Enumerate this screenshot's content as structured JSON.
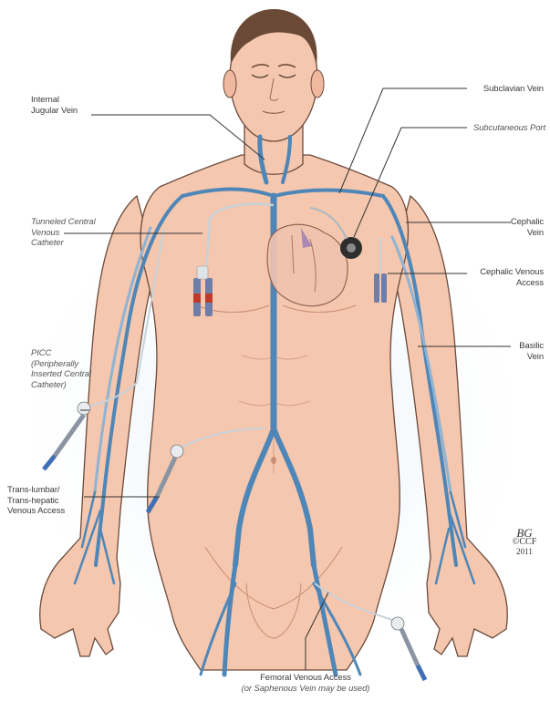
{
  "labels": {
    "internal_jugular": [
      "Internal",
      "Jugular Vein"
    ],
    "subclavian": [
      "Subclavian Vein"
    ],
    "subcutaneous_port": [
      "Subcutaneous Port"
    ],
    "tunneled_cvc": [
      "Tunneled Central",
      "Venous",
      "Catheter"
    ],
    "cephalic_vein": [
      "Cephalic",
      "Vein"
    ],
    "cephalic_access": [
      "Cephalic Venous",
      "Access"
    ],
    "basilic_vein": [
      "Basilic",
      "Vein"
    ],
    "picc": [
      "PICC",
      "(Peripherally",
      "Inserted Central",
      "Catheter)"
    ],
    "trans_lumbar": [
      "Trans-lumbar/",
      "Trans-hepatic",
      "Venous Access"
    ],
    "femoral_access": "Femoral Venous Access",
    "femoral_note": "(or Saphenous Vein may be used)"
  },
  "signature": [
    "BG",
    "©CCF",
    "2011"
  ],
  "colors": {
    "skin": "#f4c7ae",
    "skin_shade": "#e8ab90",
    "outline": "#6b4a3c",
    "vein": "#4f86b8",
    "vein_light": "#8fb3d3",
    "hair": "#6a4a36",
    "line": "#333333"
  }
}
